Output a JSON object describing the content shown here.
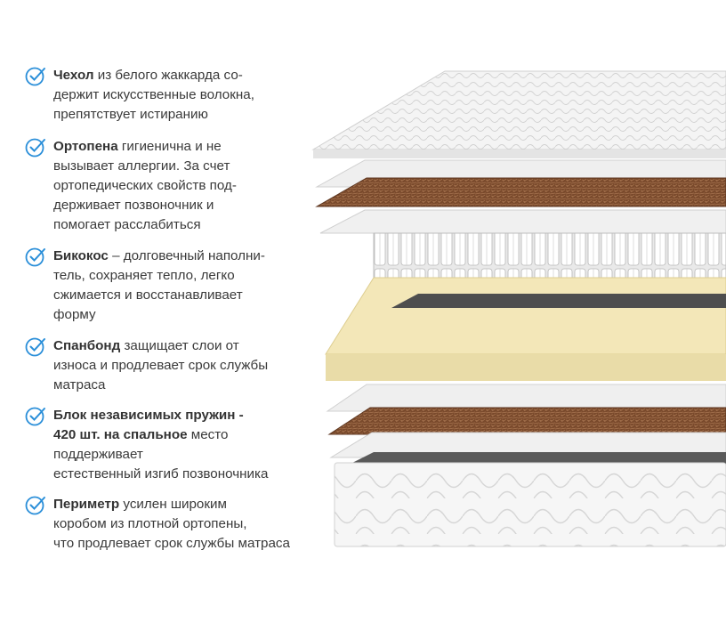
{
  "features": [
    {
      "icon": "check-circle-icon",
      "bold": "Чехол",
      "lines": [
        " из белого жаккарда со-",
        "держит искусственные волокна,",
        "препятствует истиранию"
      ]
    },
    {
      "icon": "check-circle-icon",
      "bold": "Ортопена",
      "lines": [
        " гигиенична и не",
        "вызывает  аллергии. За счет",
        "ортопедических свойств под-",
        "держивает позвоночник и",
        "помогает расслабиться"
      ]
    },
    {
      "icon": "check-circle-icon",
      "bold": "Бикокос",
      "lines": [
        " – долговечный наполни-",
        "тель, сохраняет тепло, легко",
        "сжимается и восстанавливает",
        "форму"
      ]
    },
    {
      "icon": "check-circle-icon",
      "bold": "Спанбонд",
      "lines": [
        " защищает слои от",
        "износа и продлевает срок службы",
        "матраса"
      ]
    },
    {
      "icon": "check-circle-icon",
      "bold": "Блок независимых пружин -",
      "bold2": "420 шт. на спальное",
      "lines": [
        " место",
        "поддерживает",
        "естественный изгиб позвоночника"
      ]
    },
    {
      "icon": "check-circle-icon",
      "bold": "Периметр",
      "lines": [
        " усилен широким",
        "коробом из плотной ортопены,",
        "что продлевает срок службы матраса"
      ]
    }
  ],
  "colors": {
    "check": "#2b8fd9",
    "coir": "#7a4a2c",
    "foam": "#f3e7b8",
    "text": "#3a3a3a"
  }
}
